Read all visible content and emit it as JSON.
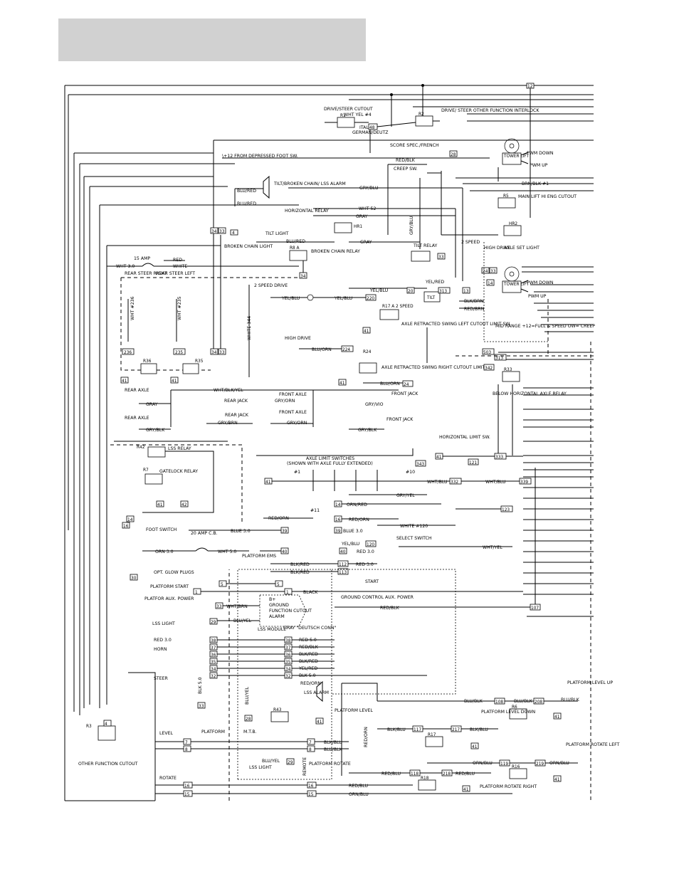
{
  "labels": {
    "drive_steer_cutout": "DRIVE/STEER CUTOUT",
    "wht_yel_4": "WHT YEL #4",
    "italian": "ITALIAN",
    "german_deutz": "GERMAN/DEUTZ",
    "drive_steer_interlock": "DRIVE/ STEER OTHER FUNCTION INTERLOCK",
    "score_spec_french": "SCORE SPEC./FRENCH",
    "from_foot_sw": "\\+12 FROM DEPRESSED FOOT SW.",
    "tower_lift_top": "TOWER LIFT",
    "pwm_down_top": "PWM DOWN",
    "pwm_up_top": "PWM UP",
    "red_blk": "RED/BLK",
    "creep_sw": "CREEP SW.",
    "blu_red": "BLU/RED",
    "tilt_broken_alarm": "TILT/BROKEN CHAIN/ LSS ALARM",
    "gry_blu": "GRY/BLU",
    "brn_blk_1": "BRN/BLK #1",
    "main_lift_cutout": "MAIN LIFT HI ENG CUTOUT",
    "horizontal_relay": "HORIZONTAL RELAY",
    "wht_52": "WHT 52",
    "gray": "GRAY",
    "tilt_light": "TILT LIGHT",
    "broken_chain_light": "BROKEN CHAIN LIGHT",
    "broken_chain_relay": "BROKEN CHAIN RELAY",
    "tilt_relay": "TILT RELAY",
    "two_speed": "2 SPEED",
    "high_drive_top": "HIGH DRIVE",
    "axle_set_light": "AXLE SET LIGHT",
    "amp15": "15 AMP",
    "wht_30": "WHT 3.0",
    "red": "RED",
    "white": "WHITE",
    "rear_steer_right": "REAR STEER RIGHT",
    "rear_steer_left": "REAR STEER LEFT",
    "tower_lift_mid": "TOWER LIFT",
    "pwm_down_mid": "PWM DOWN",
    "pwm_up_mid": "PWM UP",
    "yel_blu": "YEL/BLU",
    "yel_red": "YEL/RED",
    "blk_brn": "BLK/BRN",
    "red_brn": "RED/BRN",
    "speed_drive_2": "2 SPEED DRIVE",
    "tilt": "TILT",
    "r17a": "R17 A 2 SPEED",
    "axle_retracted_left": "AXLE RETRACTED SWING LEFT CUTOUT LIMIT SW.",
    "mid_range": "MID RANGE +12=FULL & SPEED OW= CREEP",
    "white_344": "WHITE 344",
    "high_drive_mid": "HIGH DRIVE",
    "blu_orn": "BLU/ORN",
    "axle_retracted_right": "AXLE RETRACTED SWING RIGHT CUTOUT LIMIT SW.",
    "wht_blk_yel": "WHT/BLK/YEL",
    "below_horizontal": "BELOW HORIZONTAL AXLE RELAY",
    "rear_axle_1": "REAR AXLE",
    "rear_jack_1": "REAR JACK",
    "front_axle_1": "FRONT AXLE",
    "front_jack_1": "FRONT JACK",
    "gry_orn": "GRY/ORN",
    "gry_vio": "GRY/VIO",
    "rear_jack_2": "REAR JACK",
    "front_axle_2": "FRONT AXLE",
    "rear_axle_2": "REAR AXLE",
    "front_jack_2": "FRONT JACK",
    "gry_blk": "GRY/BLK",
    "gry_brn": "GRY/BRN",
    "horizontal_limit_sw": "HORIZONTAL LIMIT SW.",
    "lss_relay": "LSS RELAY",
    "gatelock_relay": "GATELOCK RELAY",
    "axle_limit_switches": "AXLE LIMIT SWITCHES",
    "shown_extended": "(SHOWN WITH AXLE FULLY EXTENDED)",
    "wht_blu": "WHT/BLU",
    "gry_yel": "GRY/YEL",
    "orn_red": "ORN/RED",
    "red_orn": "RED/ORN",
    "white_120": "WHITE #120",
    "foot_switch": "FOOT SWITCH",
    "amp20": "20 AMP C.B.",
    "blue_30": "BLUE 3.0",
    "select_switch": "SELECT SWITCH",
    "orn_30": "ORN 3.0",
    "wht_50": "WHT 5.0",
    "platform_ems": "PLATFORM EMS",
    "red_30": "RED 3.0",
    "wht_yel": "WHT/YEL",
    "blk_red": "BLK/RED",
    "opt_glow_plugs": "OPT. GLOW PLUGS",
    "platform_start": "PLATFORM START",
    "start": "START",
    "platform_aux_power": "PLATFOR AUX. POWER",
    "black": "BLACK",
    "ground_control_aux": "GROUND CONTROL AUX. POWER",
    "wht_brn": "WHT/BRN",
    "lss_b_plus": "B+",
    "lss_ground": "GROUND",
    "lss_fco": "FUNCTION CUTOUT",
    "lss_alarm_term": "ALARM",
    "lss_module": "LSS MODULE",
    "lss_light": "LSS LIGHT",
    "blu_yel": "BLU/YEL",
    "deutsch_conn": "GRAY \"DEUTSCH CONN\"",
    "red_50": "RED 5.0",
    "horn": "HORN",
    "red_blk_2": "RED/BLK",
    "blk_red_2": "BLK/RED",
    "yel_red_2": "YEL/RED",
    "blk_50": "BLK 5.0",
    "steer": "STEER",
    "lss_alarm": "LSS ALARM",
    "platform_level": "PLATFORM LEVEL",
    "blu_blk": "BLU/BLK",
    "blk_blu": "BLK/BLU",
    "platform_level_up": "PLATFORM LEVEL UP",
    "platform_level_down": "PLATFORM LEVEL DOWN",
    "level": "LEVEL",
    "platform": "PLATFORM",
    "mtb": "M.T.B.",
    "remote": "REMOTE",
    "platform_rotate": "PLATFORM ROTATE",
    "other_function_cutout": "OTHER FUNCTION CUTOUT",
    "rotate": "ROTATE",
    "orn_blu": "ORN/BLU",
    "red_blu": "RED/BLU",
    "platform_rotate_left": "PLATFORM ROTATE LEFT",
    "platform_rotate_right": "PLATFORM ROTATE RIGHT",
    "r1": "R1",
    "r2": "R2",
    "r3": "R3",
    "r4": "R4",
    "r5": "R5",
    "r6": "R6",
    "r7": "R7",
    "r8a": "R8 A",
    "r16": "R16",
    "r17": "R17",
    "r18": "R18",
    "r24": "R24",
    "r33": "R33",
    "r35": "R35",
    "r36": "R36",
    "r42": "R42",
    "r43": "R43",
    "hr1": "HR1",
    "hr2": "HR2"
  },
  "tags": {
    "t12": "12",
    "t28": "28",
    "t48": "48",
    "t4": "4",
    "t34": "34",
    "t33": "33",
    "t313": "313",
    "t13": "13",
    "t220": "220",
    "t41": "41",
    "t224": "224",
    "t24": "24",
    "t236": "236",
    "t235": "235",
    "t503": "503",
    "t112": "112",
    "t342": "342",
    "t343": "343",
    "t121": "121",
    "t333": "333",
    "t332": "332",
    "t339": "339",
    "t14": "14",
    "t16": "16",
    "t40": "40",
    "t113": "113",
    "t7": "7",
    "t1": "1",
    "t123": "123",
    "t29": "29",
    "t30": "30",
    "t5": "5",
    "t39": "39",
    "t20": "20",
    "t208": "208",
    "t108": "108",
    "t217": "217",
    "t117": "117",
    "t218": "218",
    "t118": "118",
    "t219": "219",
    "t119": "119",
    "t8": "8",
    "t107": "107",
    "t42": "42"
  }
}
